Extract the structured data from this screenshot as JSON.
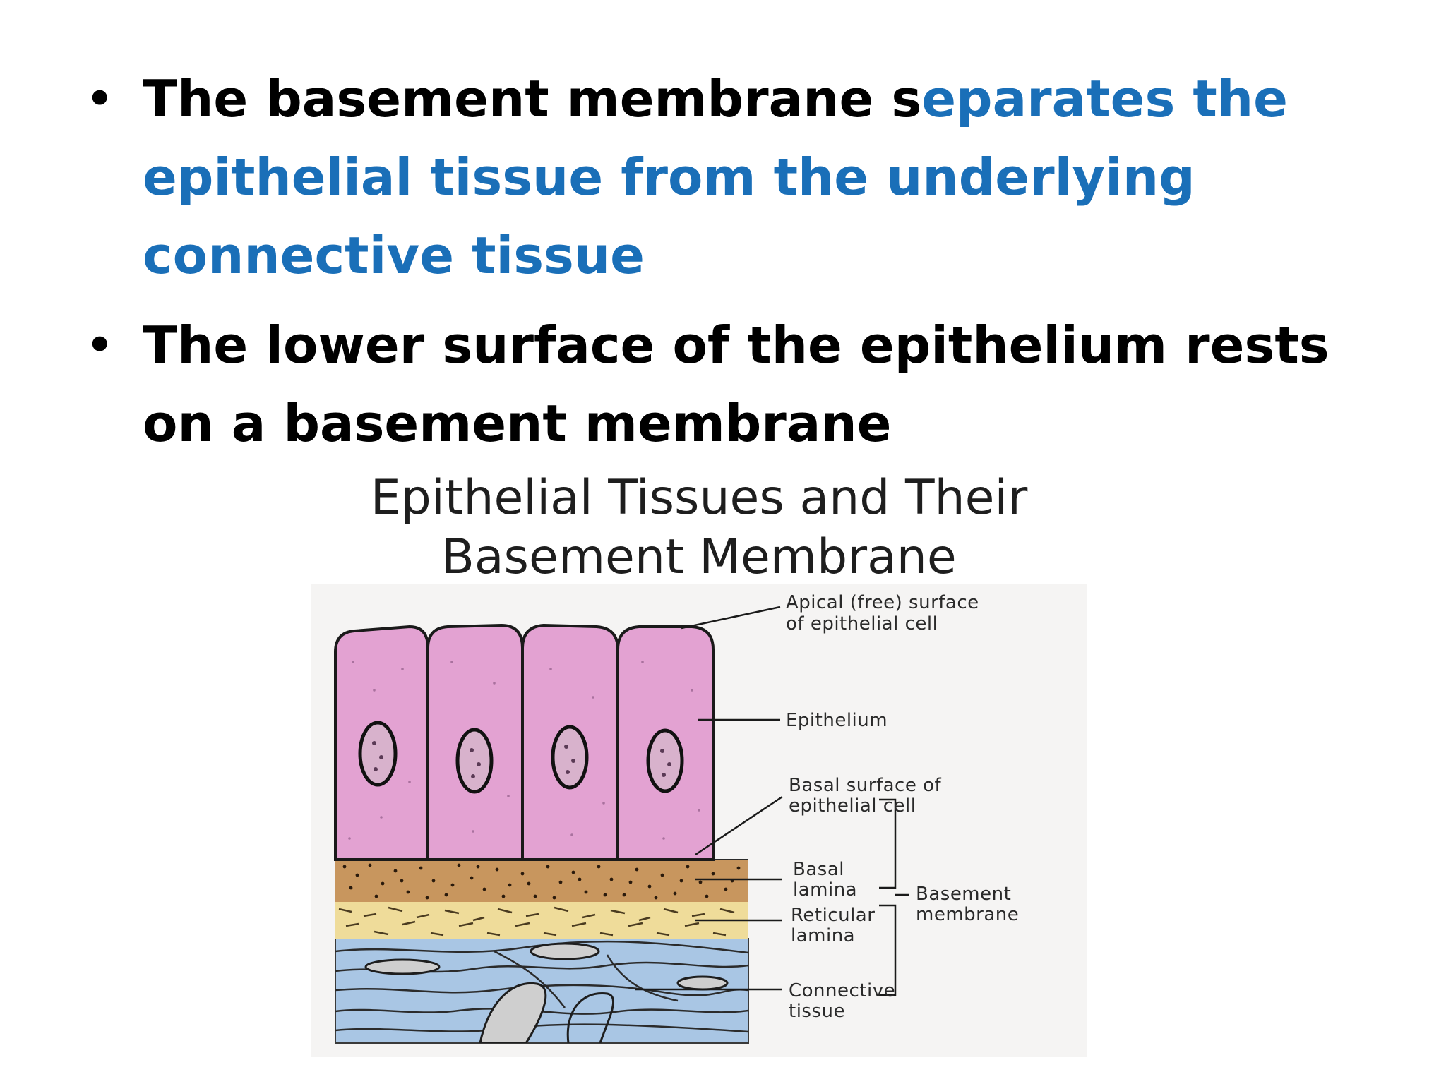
{
  "bullets": [
    {
      "black": "The basement membrane s",
      "blue": "eparates the epithelial tissue from the underlying connective tissue"
    },
    {
      "black": "The lower surface of the epithelium rests on a basement membrane"
    }
  ],
  "bullet_symbol": "•",
  "diagram": {
    "title_line1": "Epithelial Tissues and Their",
    "title_line2": "Basement Membrane",
    "labels": {
      "apical_1": "Apical (free) surface",
      "apical_2": "of epithelial cell",
      "epithelium": "Epithelium",
      "basal_surface_1": "Basal surface of",
      "basal_surface_2": "epithelial cell",
      "basal_lamina_1": "Basal",
      "basal_lamina_2": "lamina",
      "reticular_lamina_1": "Reticular",
      "reticular_lamina_2": "lamina",
      "basement_membrane_1": "Basement",
      "basement_membrane_2": "membrane",
      "connective_1": "Connective",
      "connective_2": "tissue"
    },
    "colors": {
      "cell": "#e3a2d2",
      "basal_lamina": "#c8965e",
      "reticular_lamina": "#efdc9a",
      "connective": "#a9c6e4",
      "text_blue": "#1a6fb8"
    }
  }
}
